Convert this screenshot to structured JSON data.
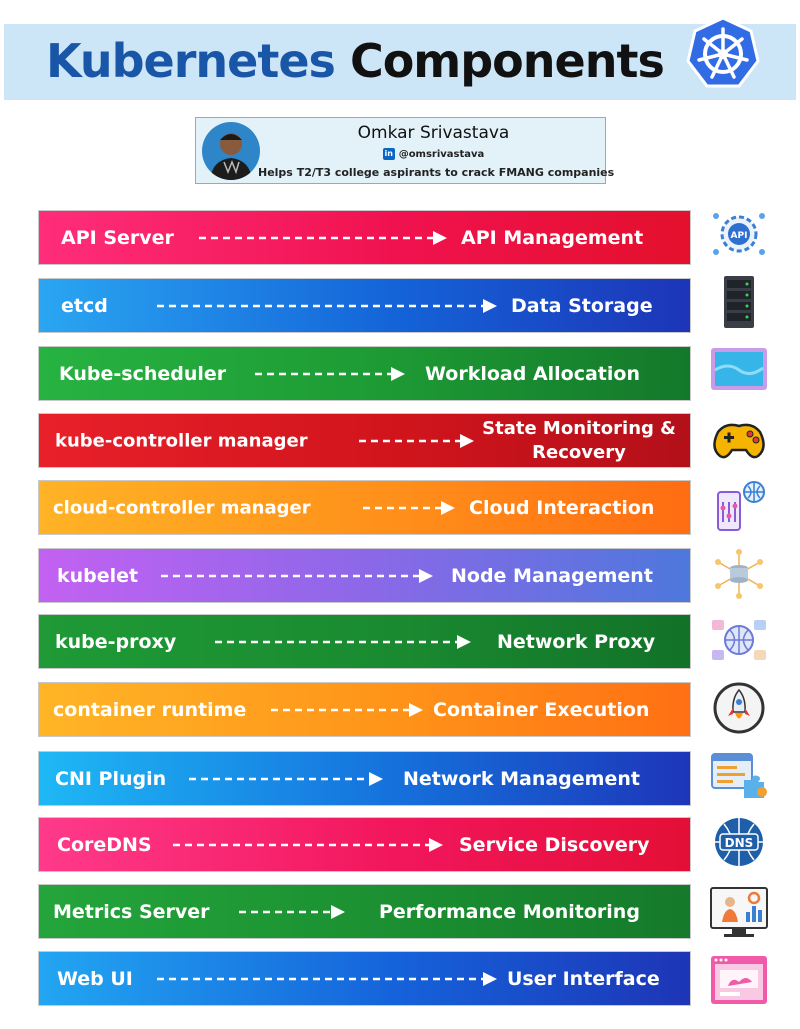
{
  "header": {
    "title_part1": "Kubernetes",
    "title_part2": "Components"
  },
  "author": {
    "name": "Omkar Srivastava",
    "handle": "@omsrivastava",
    "tagline": "Helps T2/T3 college aspirants to crack FMANG companies"
  },
  "components": [
    {
      "label": "API Server",
      "description": "API Management",
      "icon": "api-gear-icon"
    },
    {
      "label": "etcd",
      "description": "Data Storage",
      "icon": "server-rack-icon"
    },
    {
      "label": "Kube-scheduler",
      "description": "Workload Allocation",
      "icon": "monitor-screen-icon"
    },
    {
      "label": "kube-controller manager",
      "description_line1": "State Monitoring &",
      "description_line2": "Recovery",
      "icon": "game-controller-icon"
    },
    {
      "label": "cloud-controller manager",
      "description": "Cloud Interaction",
      "icon": "cloud-device-icon"
    },
    {
      "label": "kubelet",
      "description": "Node Management",
      "icon": "node-network-icon"
    },
    {
      "label": "kube-proxy",
      "description": "Network Proxy",
      "icon": "network-globe-icon"
    },
    {
      "label": "container runtime",
      "description": "Container Execution",
      "icon": "rocket-icon"
    },
    {
      "label": "CNI Plugin",
      "description": "Network Management",
      "icon": "plugin-puzzle-icon"
    },
    {
      "label": "CoreDNS",
      "description": "Service Discovery",
      "icon": "dns-globe-icon"
    },
    {
      "label": "Metrics Server",
      "description": "Performance Monitoring",
      "icon": "analytics-person-icon"
    },
    {
      "label": "Web UI",
      "description": "User Interface",
      "icon": "web-page-icon"
    }
  ]
}
